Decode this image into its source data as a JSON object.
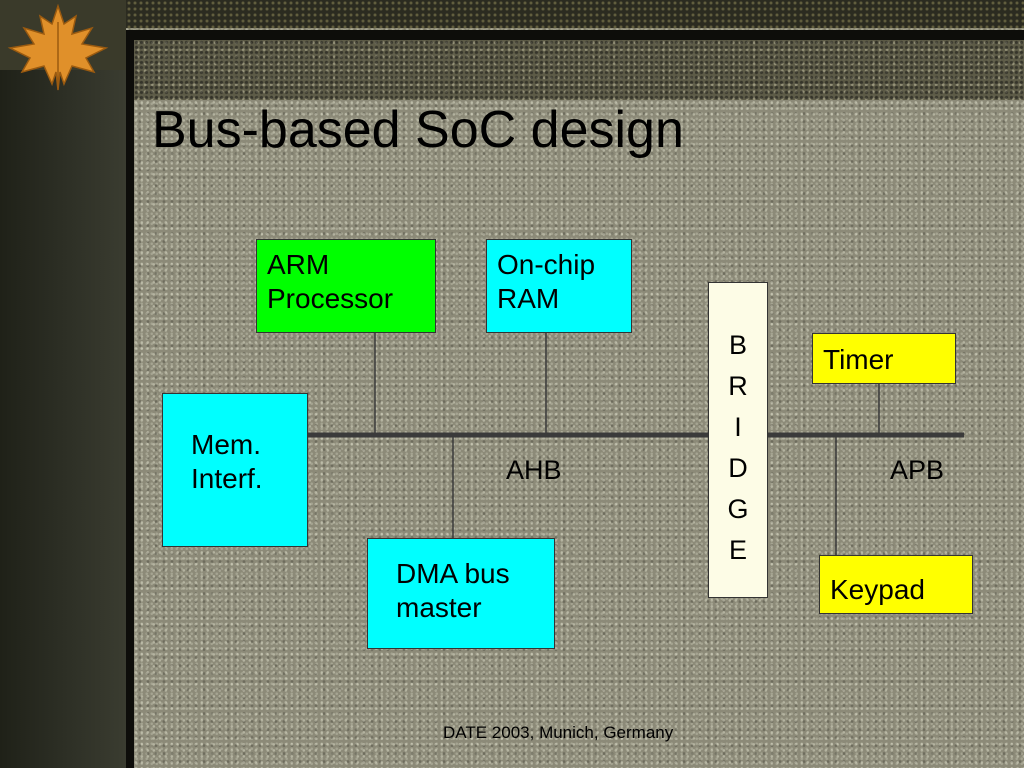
{
  "slide": {
    "title": "Bus-based SoC design",
    "footer": "DATE 2003, Munich, Germany"
  },
  "blocks": {
    "arm": {
      "line1": "ARM",
      "line2": "Processor"
    },
    "ram": {
      "line1": "On-chip",
      "line2": "RAM"
    },
    "mem": {
      "line1": "Mem.",
      "line2": "Interf."
    },
    "dma": {
      "line1": "DMA bus",
      "line2": "master"
    },
    "timer": {
      "label": "Timer"
    },
    "keypad": {
      "label": "Keypad"
    },
    "bridge": {
      "letters": [
        "B",
        "R",
        "I",
        "D",
        "G",
        "E"
      ]
    }
  },
  "buses": {
    "ahb": "AHB",
    "apb": "APB"
  },
  "colors": {
    "processor": "#00ff00",
    "memory_dma": "#00ffff",
    "peripheral": "#ffff00",
    "bridge": "#fdfce6",
    "bus": "#3a3a3a"
  },
  "icons": {
    "decoration": "maple-leaf-icon"
  }
}
